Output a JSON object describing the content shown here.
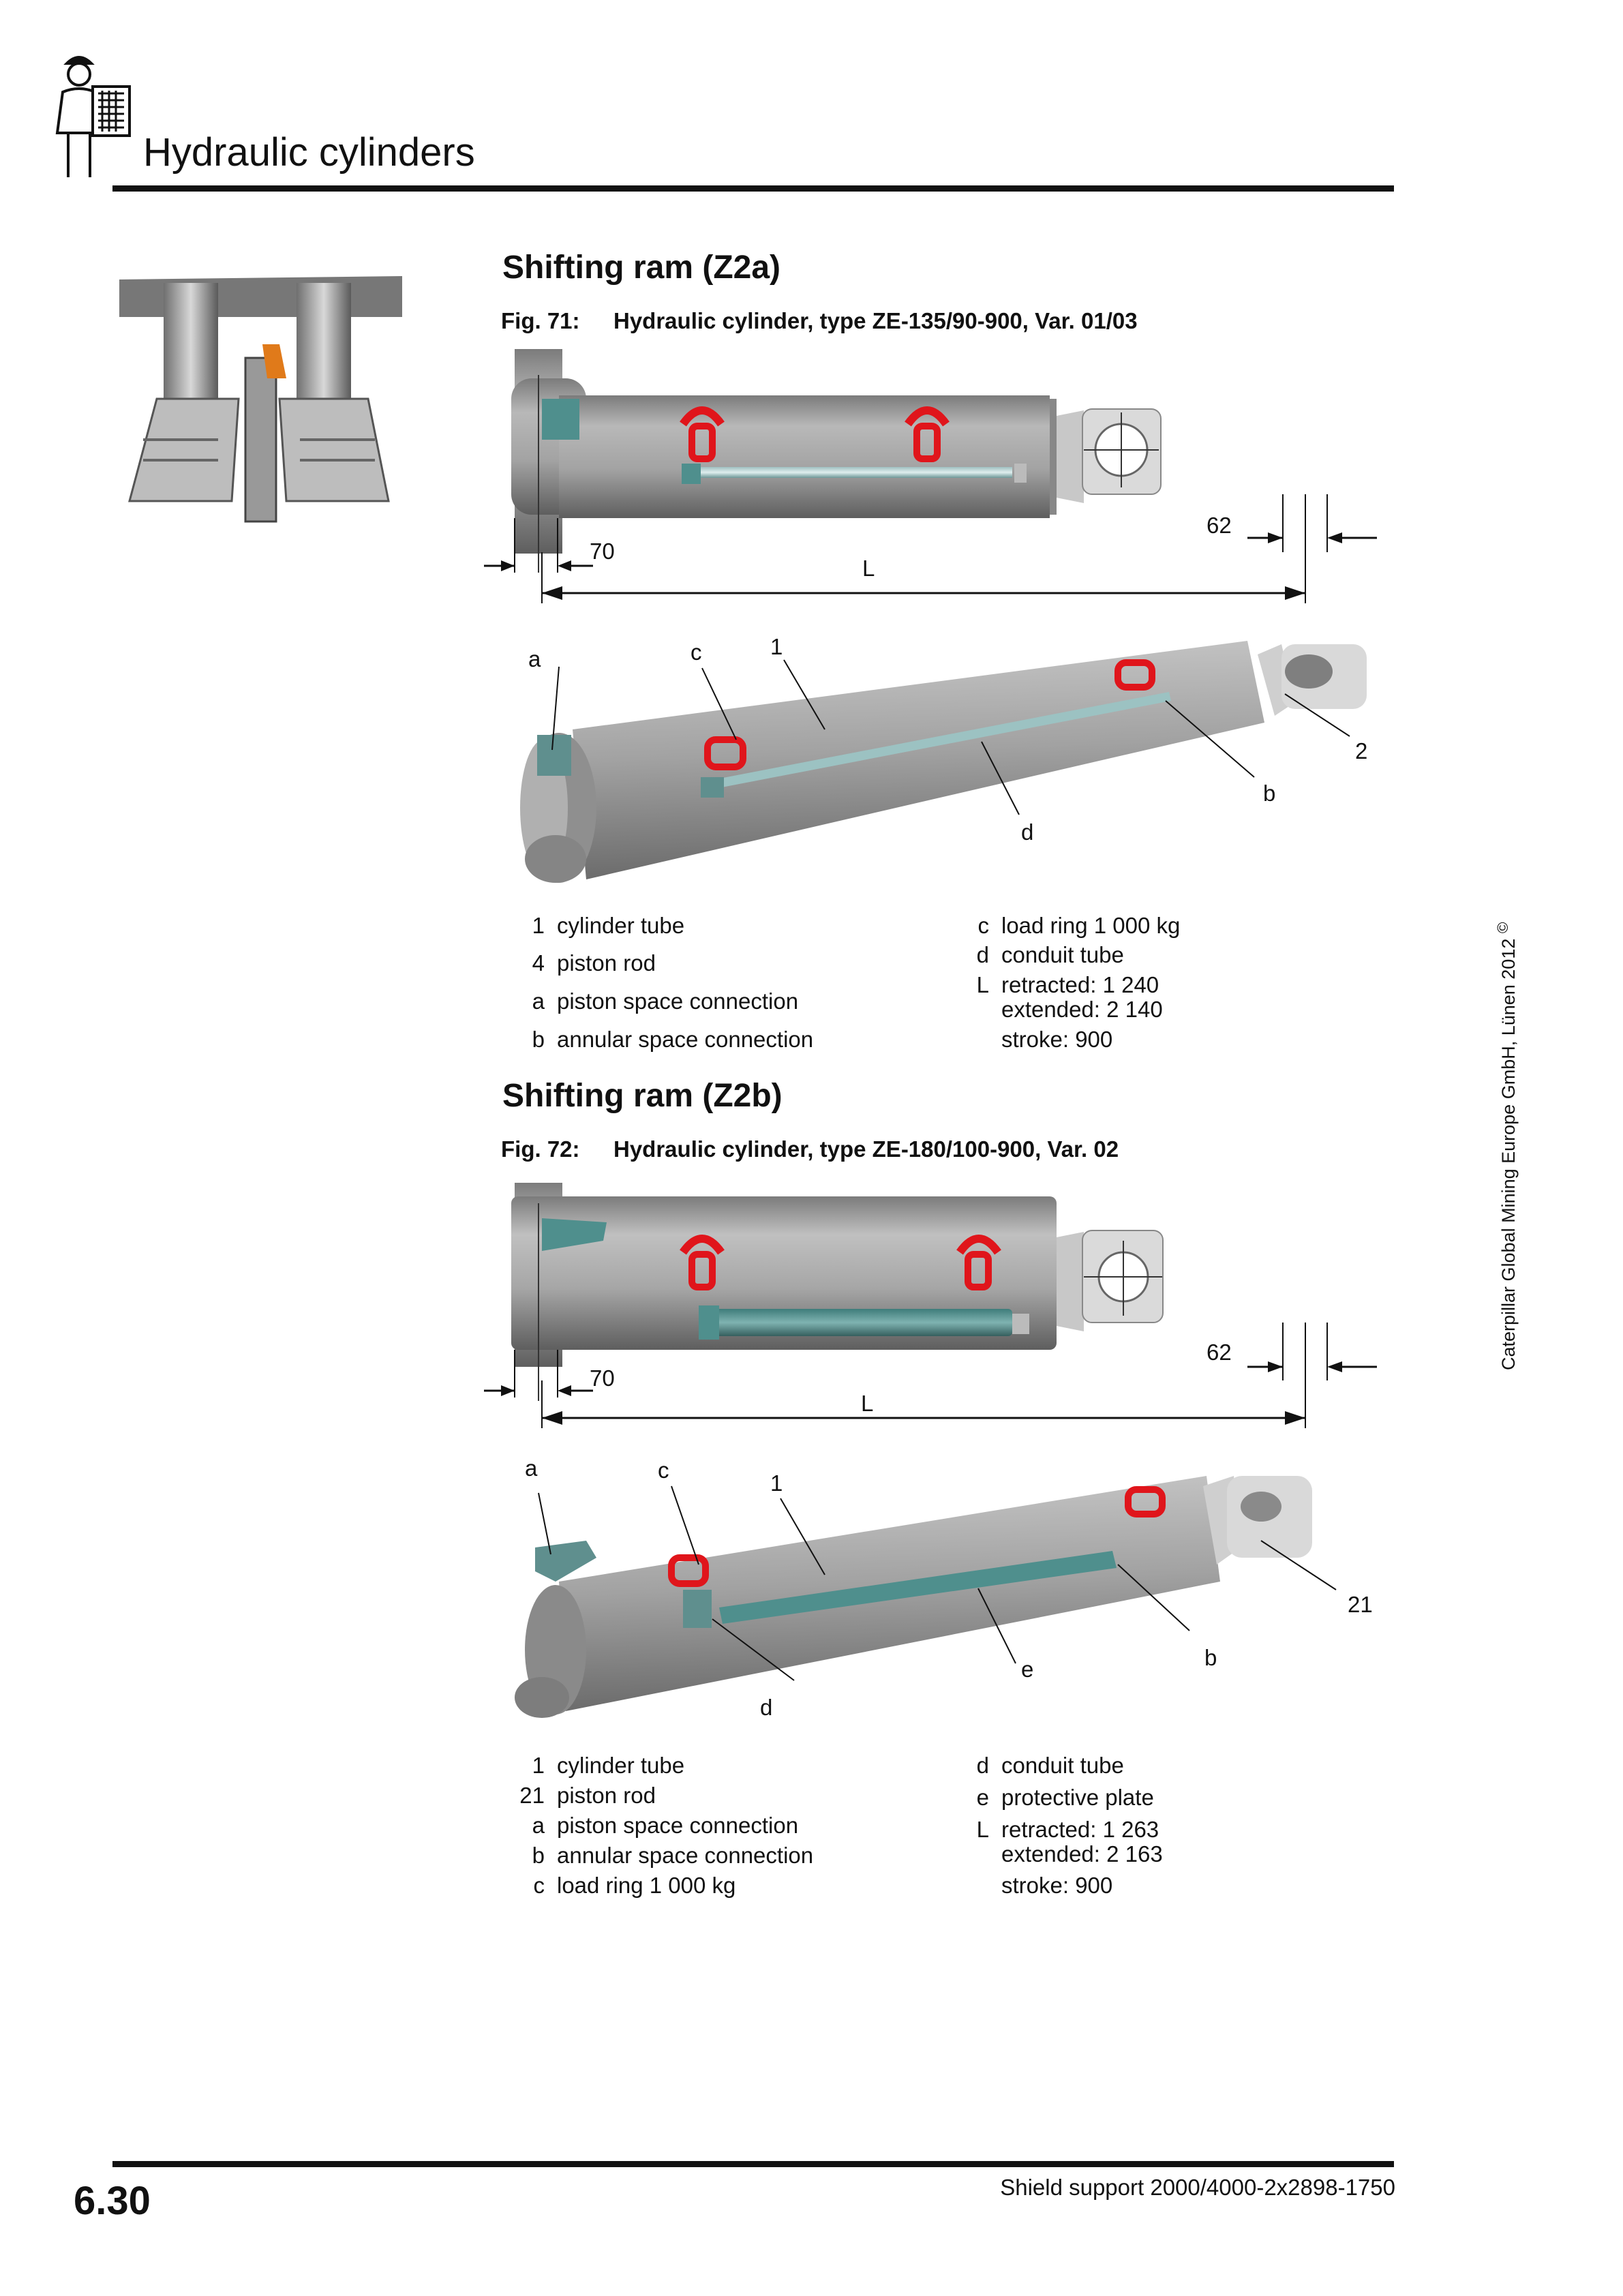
{
  "header": {
    "section_title": "Hydraulic cylinders"
  },
  "sections": [
    {
      "title": "Shifting ram (Z2a)",
      "figure_number": "Fig. 71:",
      "figure_caption": "Hydraulic cylinder, type ZE-135/90-900, Var. 01/03",
      "dims": {
        "left": "70",
        "right": "62",
        "length": "L"
      },
      "callouts": {
        "a": "a",
        "c": "c",
        "one": "1",
        "two": "2",
        "b": "b",
        "d": "d"
      },
      "legend_left": [
        {
          "key": "1",
          "text": "cylinder tube"
        },
        {
          "key": "4",
          "text": "piston rod"
        },
        {
          "key": "a",
          "text": "piston space connection"
        },
        {
          "key": "b",
          "text": "annular space connection"
        }
      ],
      "legend_right": [
        {
          "key": "c",
          "text": "load ring 1 000 kg"
        },
        {
          "key": "d",
          "text": "conduit tube"
        },
        {
          "key": "L",
          "text": "retracted: 1 240"
        },
        {
          "key": "",
          "text": "extended: 2 140"
        },
        {
          "key": "",
          "text": "stroke: 900"
        }
      ]
    },
    {
      "title": "Shifting ram (Z2b)",
      "figure_number": "Fig. 72:",
      "figure_caption": "Hydraulic cylinder, type ZE-180/100-900, Var. 02",
      "dims": {
        "left": "70",
        "right": "62",
        "length": "L"
      },
      "callouts": {
        "a": "a",
        "c": "c",
        "one": "1",
        "twentyone": "21",
        "b": "b",
        "e": "e",
        "d": "d"
      },
      "legend_left": [
        {
          "key": "1",
          "text": "cylinder tube"
        },
        {
          "key": "21",
          "text": "piston rod"
        },
        {
          "key": "a",
          "text": "piston space connection"
        },
        {
          "key": "b",
          "text": "annular space connection"
        },
        {
          "key": "c",
          "text": "load ring 1 000 kg"
        }
      ],
      "legend_right": [
        {
          "key": "d",
          "text": "conduit tube"
        },
        {
          "key": "e",
          "text": "protective plate"
        },
        {
          "key": "L",
          "text": "retracted: 1 263"
        },
        {
          "key": "",
          "text": "extended: 2 163"
        },
        {
          "key": "",
          "text": "stroke: 900"
        }
      ]
    }
  ],
  "side_note": "Caterpillar Global Mining Europe GmbH, Lünen 2012",
  "side_copyright": "©",
  "footer": {
    "page_number": "6.30",
    "document": "Shield support 2000/4000-2x2898-1750"
  },
  "colors": {
    "cylinder": "#9a9a9a",
    "load_ring": "#e0151b",
    "conduit": "#7aa3a4",
    "protective_plate": "#4f8f8d",
    "rule": "#111111"
  }
}
